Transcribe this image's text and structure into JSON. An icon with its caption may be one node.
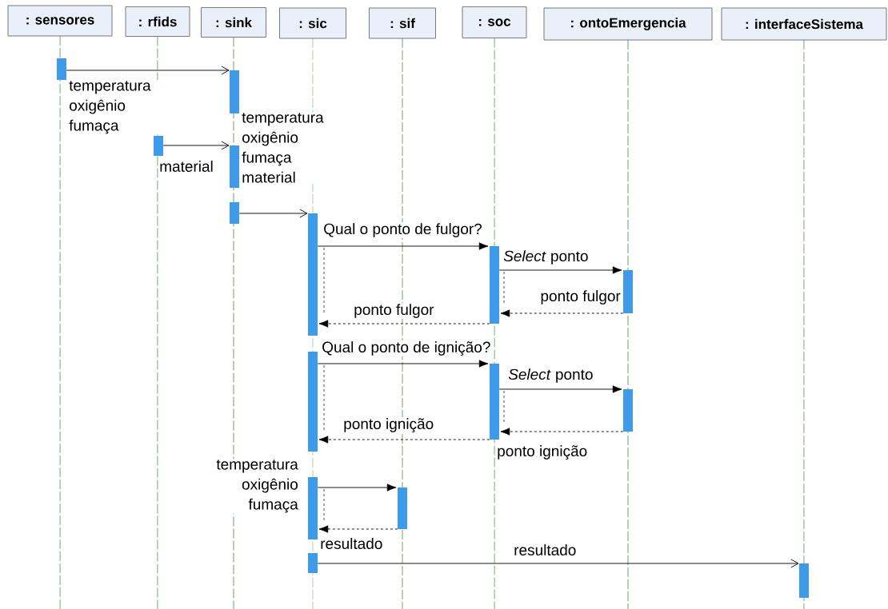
{
  "diagram": {
    "nodes": [
      {
        "text": [
          ": sensores"
        ]
      },
      {
        "text": [
          ": rfids"
        ]
      },
      {
        "text": [
          ": sink"
        ]
      },
      {
        "text": [
          ": sic"
        ]
      },
      {
        "text": [
          ": sif"
        ]
      },
      {
        "text": [
          ": soc"
        ]
      },
      {
        "text": [
          ": ontoEmergencia"
        ]
      },
      {
        "text": [
          ": interfaceSistema"
        ]
      },
      {
        "text": [],
        "shape": "bar"
      },
      {
        "text": [],
        "shape": "bar"
      },
      {
        "text": [],
        "shape": "bar"
      },
      {
        "text": [],
        "shape": "bar"
      },
      {
        "text": [],
        "shape": "bar"
      },
      {
        "text": [],
        "shape": "bar"
      },
      {
        "text": [],
        "shape": "bar"
      },
      {
        "text": [],
        "shape": "bar"
      },
      {
        "text": [],
        "shape": "bar"
      },
      {
        "text": [],
        "shape": "bar"
      },
      {
        "text": [],
        "shape": "bar"
      },
      {
        "text": [],
        "shape": "bar"
      },
      {
        "text": [],
        "shape": "bar"
      },
      {
        "text": [],
        "shape": "bar"
      },
      {
        "text": [],
        "shape": "bar"
      }
    ],
    "edges": [
      {
        "from": 8,
        "to": 9,
        "arrow": "to",
        "label": "temperatura oxigênio fumaça"
      },
      {
        "from": 10,
        "to": 11,
        "arrow": "to",
        "label": "material"
      },
      {
        "from": 12,
        "to": 13,
        "arrow": "to",
        "label": "temperatura oxigênio fumaça material"
      },
      {
        "from": 13,
        "to": 14,
        "arrow": "to",
        "label": "Qual o ponto de fulgor?"
      },
      {
        "from": 14,
        "to": 15,
        "arrow": "to",
        "label": "*Select* ponto"
      },
      {
        "from": 15,
        "to": 14,
        "arrow": "to",
        "label": "ponto fulgor",
        "style": "dashed"
      },
      {
        "from": 14,
        "to": 13,
        "arrow": "to",
        "label": "ponto fulgor",
        "style": "dashed"
      },
      {
        "from": 16,
        "to": 17,
        "arrow": "to",
        "label": "Qual o ponto de ignição?"
      },
      {
        "from": 17,
        "to": 18,
        "arrow": "to",
        "label": "*Select* ponto"
      },
      {
        "from": 18,
        "to": 17,
        "arrow": "to",
        "label": "ponto ignição",
        "style": "dashed"
      },
      {
        "from": 17,
        "to": 16,
        "arrow": "to",
        "label": "ponto ignição",
        "style": "dashed"
      },
      {
        "from": 19,
        "to": 20,
        "arrow": "to",
        "label": "temperatura oxigênio fumaça"
      },
      {
        "from": 20,
        "to": 19,
        "arrow": "to",
        "label": "resultado",
        "style": "dashed"
      },
      {
        "from": 21,
        "to": 22,
        "arrow": "to",
        "label": "resultado"
      }
    ]
  }
}
